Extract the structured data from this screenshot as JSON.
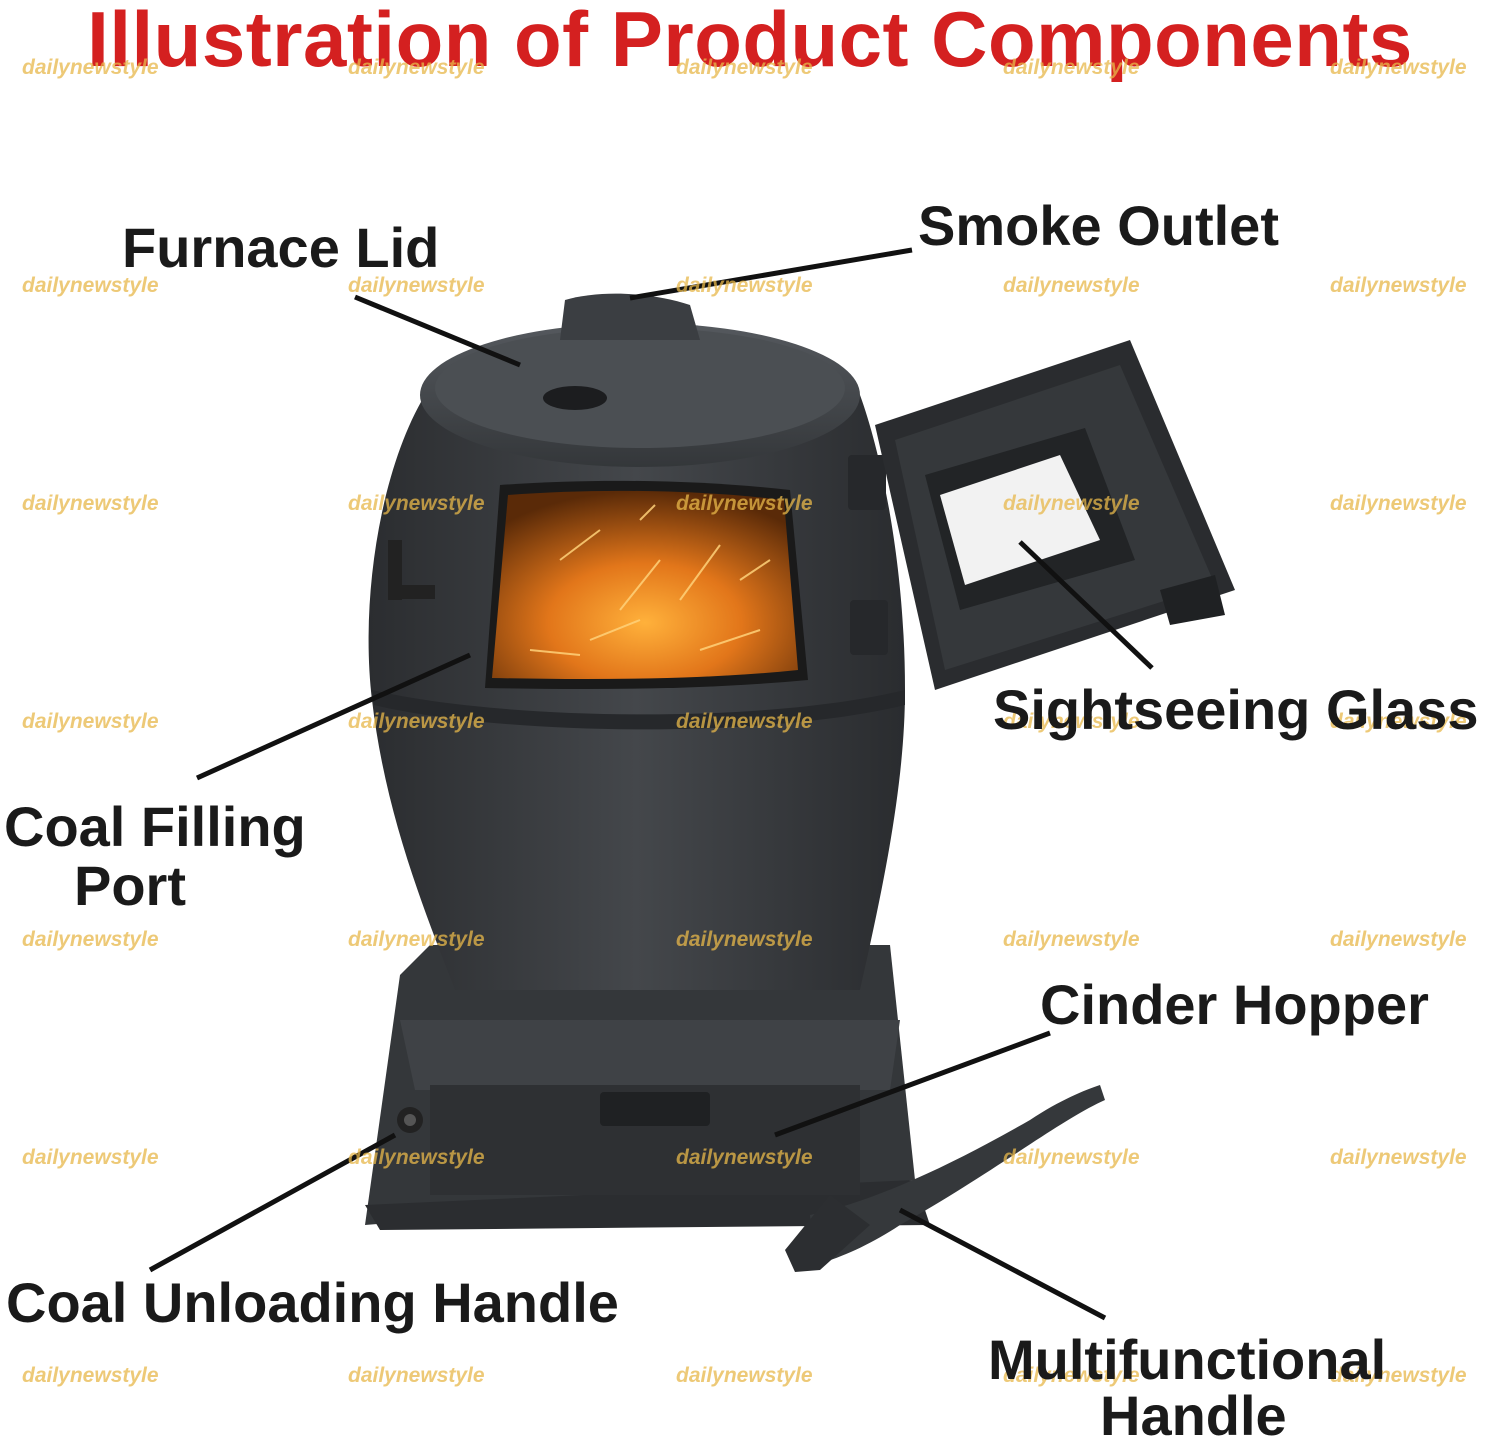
{
  "title": "Illustration of Product Components",
  "colors": {
    "title": "#d42020",
    "watermark": "#e8b84a",
    "leader": "#111111",
    "stove_body": "#3a3d40",
    "fire": "#f08a1c"
  },
  "labels": {
    "furnace_lid": "Furnace Lid",
    "smoke_outlet": "Smoke Outlet",
    "sightseeing_glass": "Sightseeing Glass",
    "coal_filling_port_line1": "Coal Filling",
    "coal_filling_port_line2": "Port",
    "cinder_hopper": "Cinder Hopper",
    "coal_unloading_handle": "Coal Unloading Handle",
    "multifunctional_handle_line1": "Multifunctional",
    "multifunctional_handle_line2": "Handle"
  },
  "watermark": "dailynewstyle"
}
